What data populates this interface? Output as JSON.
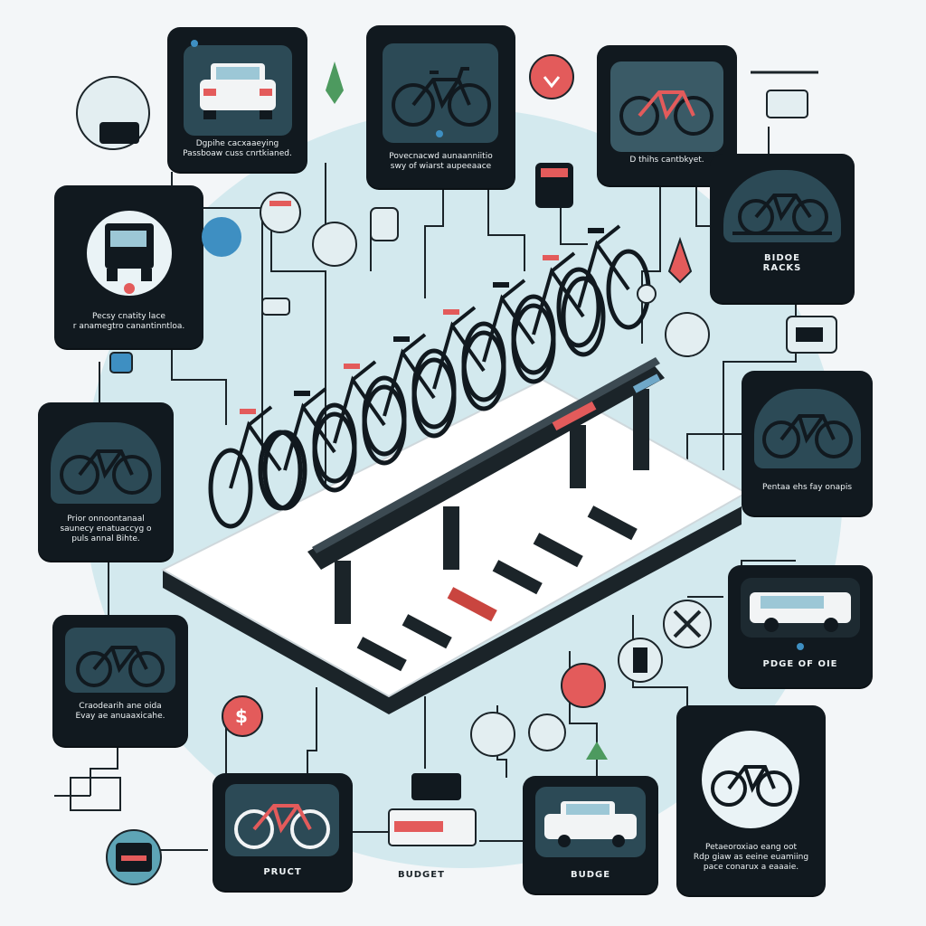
{
  "colors": {
    "background": "#f3f6f8",
    "card": "#11191f",
    "panel": "#2c4a56",
    "accent_red": "#e35b5b",
    "accent_blue": "#3e8fc2",
    "pale_blue": "#cfe8ee",
    "line": "#1b2429"
  },
  "cards": {
    "car_top": {
      "caption": "Dgpihe cacxaaeying\nPassboaw cuss cnrtkianed."
    },
    "bike_top": {
      "caption": "Povecnacwd aunaanniitio\nswy of wiarst aupeeaace"
    },
    "bike_red_top": {
      "caption": "D  thihs cantbkyet."
    },
    "truck_left": {
      "caption": "Pecsy cnatity lace\nr anamegtro canantinntloa."
    },
    "bike_right_upper": {
      "title": "BIDOE\nRACKS"
    },
    "bike_left_mid": {
      "caption": "Prior onnoontanaal\nsaunecy enatuaccyg o\npuls annal Bihte."
    },
    "bike_right_mid": {
      "caption": "Pentaa ehs fay onapis"
    },
    "bike_left_lower": {
      "caption": "Craodearih ane oida\nEvay ae anuaaxicahe."
    },
    "van_right": {
      "title": "PDGE OF OIE"
    },
    "bike_bottom": {
      "title": "PRUCT"
    },
    "car_bottom": {
      "title": "BUDGE"
    },
    "bike_right_lower": {
      "caption": "Petaeoroxiao eang oot\nRdp giaw as eeine euamiing\npace conarux a eaaaie."
    }
  },
  "labels": {
    "budget": "BUDGET"
  },
  "icons": [
    "car-icon",
    "bicycle-icon",
    "truck-icon",
    "van-icon",
    "bike-rack-icon",
    "lock-icon",
    "pump-icon",
    "dollar-icon",
    "helmet-icon",
    "tools-icon",
    "location-pin-icon",
    "battery-icon",
    "saddle-icon"
  ],
  "misc": {
    "dollar": "$"
  }
}
